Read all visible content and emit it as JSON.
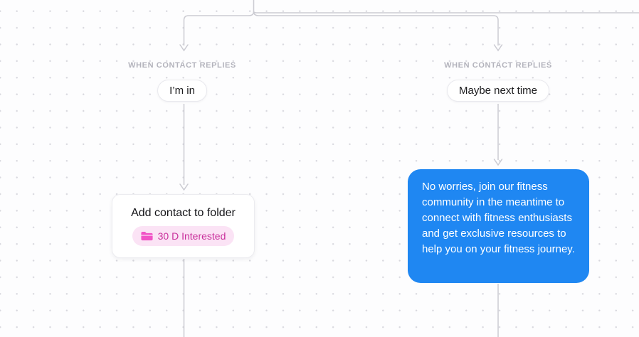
{
  "canvas": {
    "background_color": "#FDFDFE",
    "dot_color": "#D8D8DE",
    "connector_color": "#CBCBD2"
  },
  "branches": [
    {
      "trigger_label": "WHEN CONTACT REPLIES",
      "reply_pill": "I’m in",
      "node": {
        "title": "Add contact to folder",
        "folder_tag": {
          "icon": "folder-icon",
          "label": "30 D Interested",
          "bg_color": "#FBE3F5",
          "text_color": "#C9309C",
          "icon_color": "#F153C6"
        }
      }
    },
    {
      "trigger_label": "WHEN CONTACT REPLIES",
      "reply_pill": "Maybe next time",
      "message_bubble": {
        "text": "No worries, join our fitness community in the meantime to connect with fitness enthusiasts and get exclusive resources to help you on your fitness journey.",
        "bg_color": "#1F87F2",
        "text_color": "#FFFFFF"
      }
    }
  ]
}
